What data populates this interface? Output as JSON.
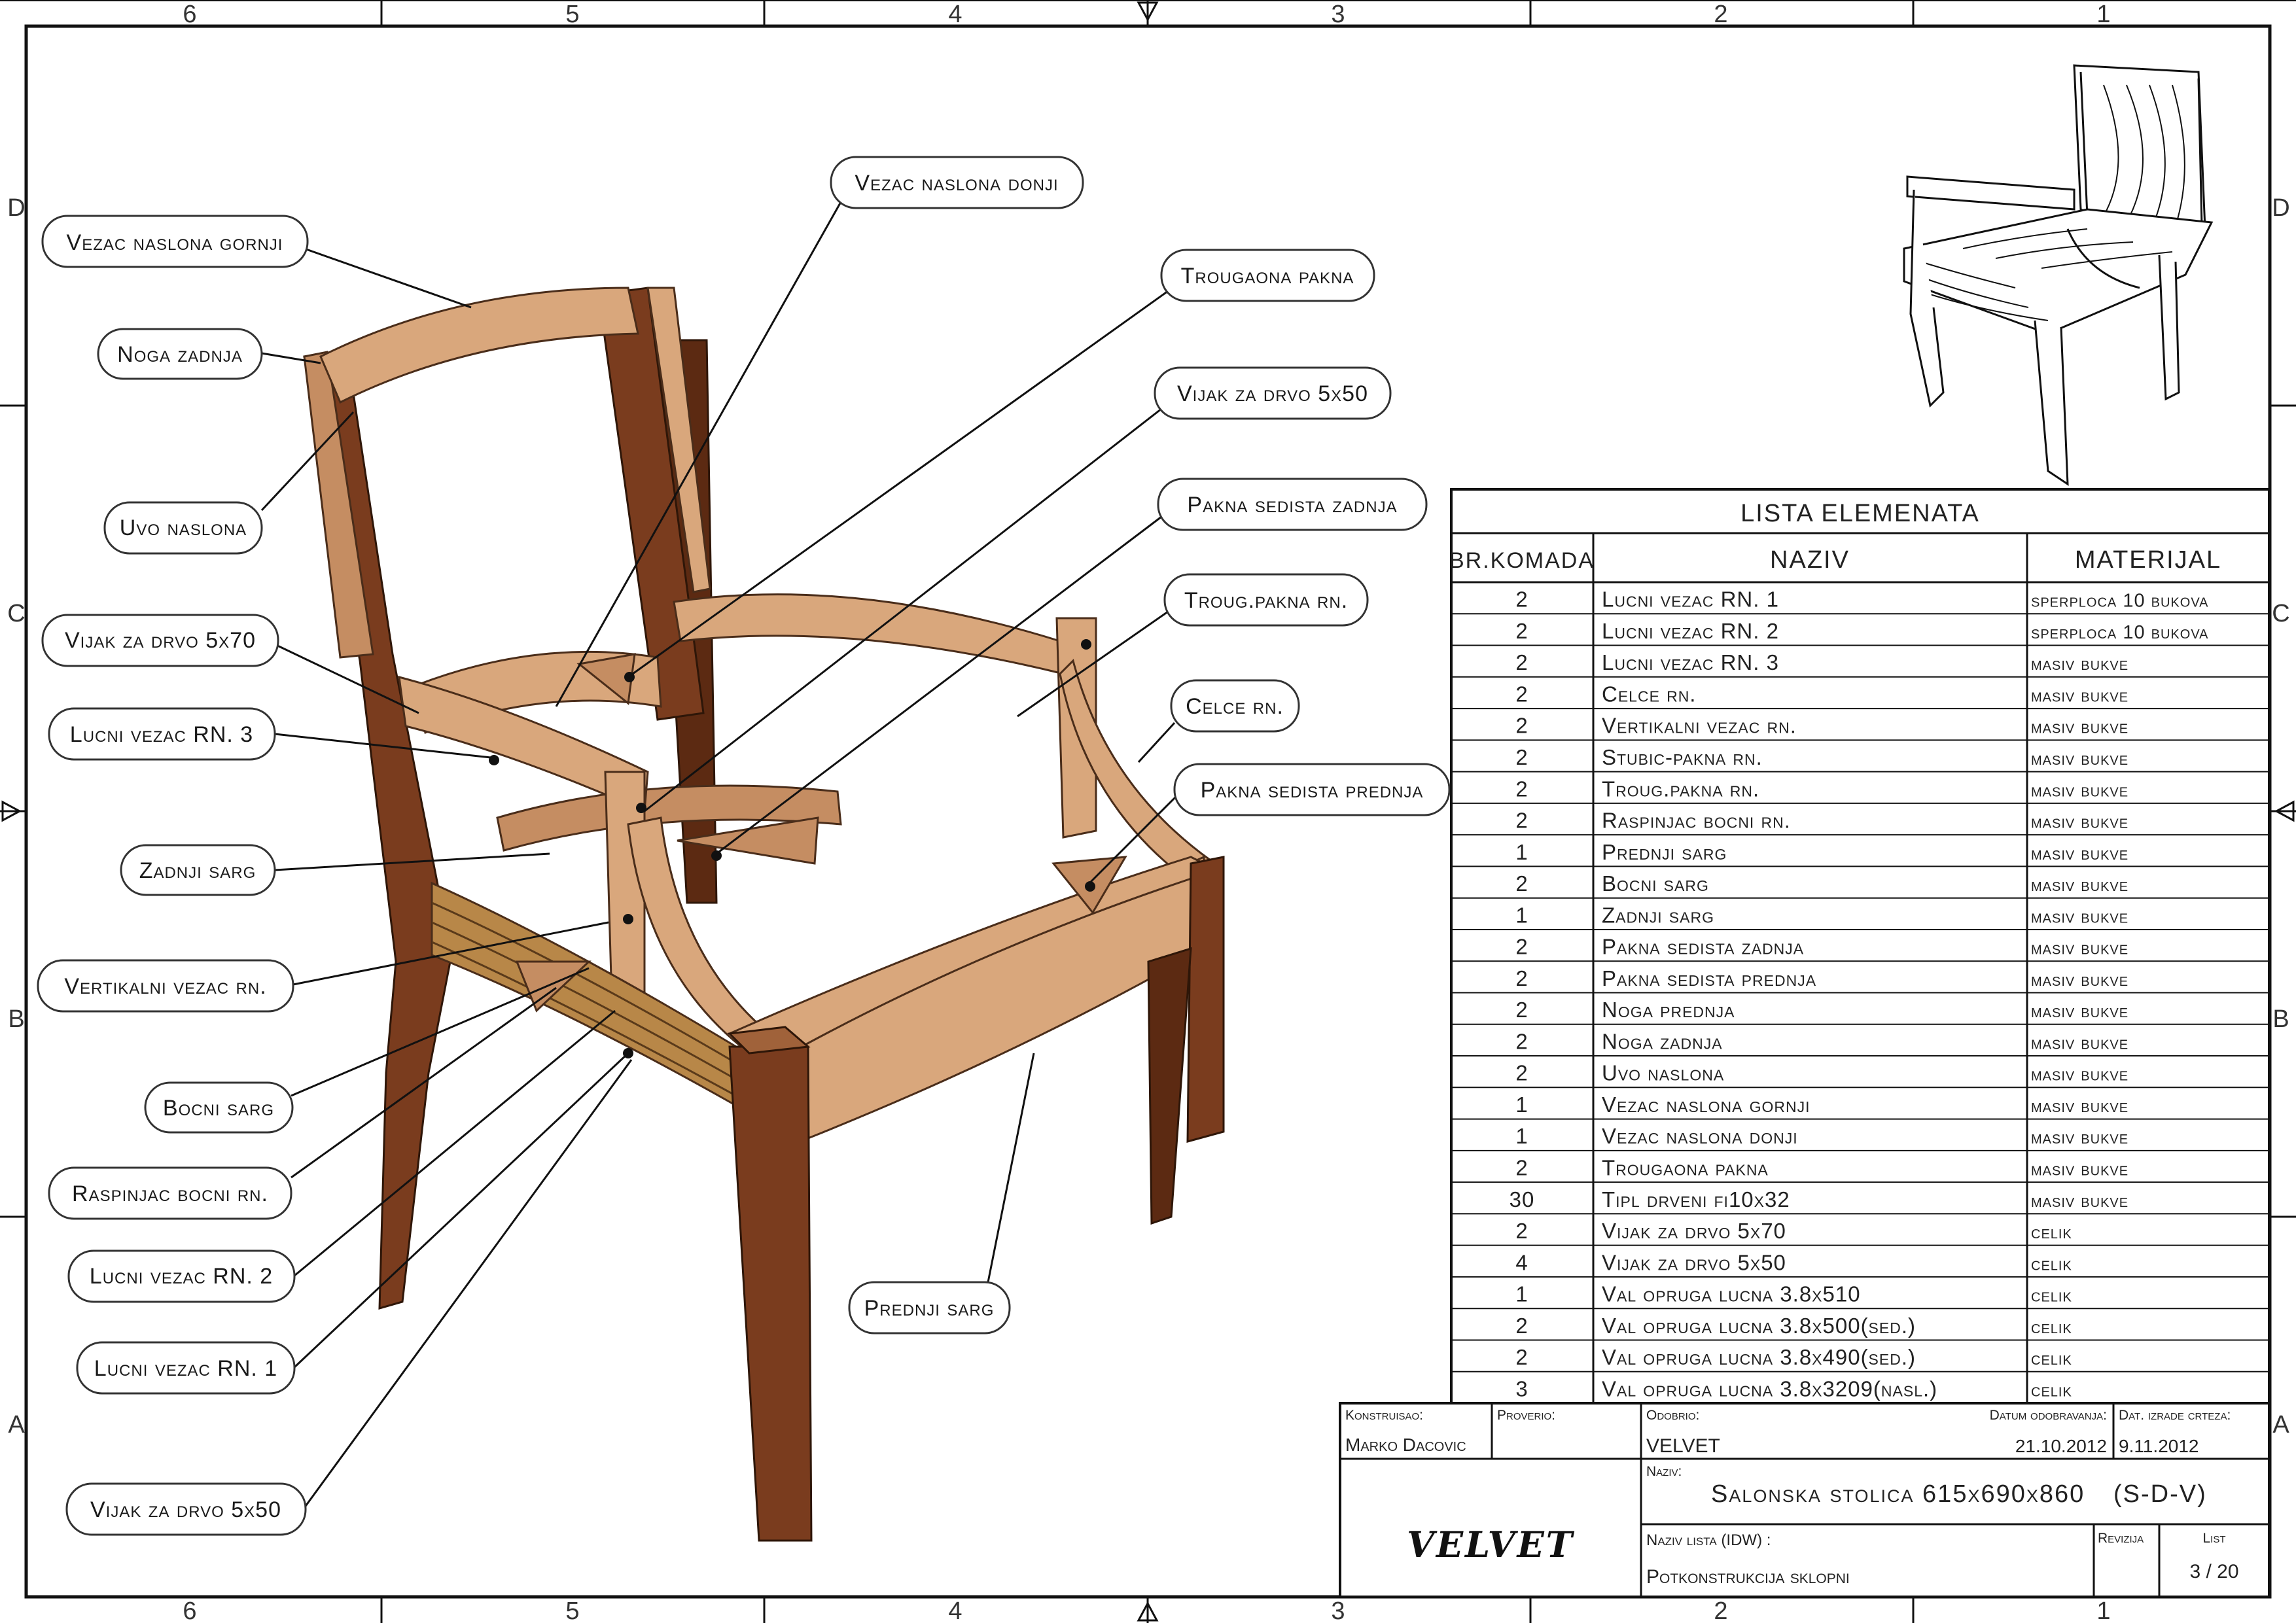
{
  "frame": {
    "top_numbers": [
      "6",
      "5",
      "4",
      "3",
      "2",
      "1"
    ],
    "bottom_numbers": [
      "6",
      "5",
      "4",
      "3",
      "2",
      "1"
    ],
    "left_letters": [
      "D",
      "C",
      "B",
      "A"
    ],
    "right_letters": [
      "D",
      "C",
      "B",
      "A"
    ]
  },
  "callouts": [
    "Vezac naslona gornji",
    "Noga zadnja",
    "Uvo naslona",
    "Vijak za drvo 5x70",
    "Lucni vezac RN. 3",
    "Zadnji sarg",
    "Vertikalni vezac rn.",
    "Bocni sarg",
    "Raspinjac bocni rn.",
    "Lucni vezac RN. 2",
    "Lucni vezac RN. 1",
    "Vijak za drvo 5x50",
    "Vezac naslona donji",
    "Trougaona pakna",
    "Vijak za drvo 5x50",
    "Pakna sedista zadnja",
    "Troug.pakna rn.",
    "Celce rn.",
    "Pakna sedista prednja",
    "Prednji sarg"
  ],
  "parts_list": {
    "title": "LISTA ELEMENATA",
    "columns": [
      "BR.KOMADA",
      "NAZIV",
      "MATERIJAL"
    ],
    "rows": [
      [
        "2",
        "Lucni vezac RN. 1",
        "sperploca 10 bukova"
      ],
      [
        "2",
        "Lucni vezac RN. 2",
        "sperploca 10 bukova"
      ],
      [
        "2",
        "Lucni vezac RN. 3",
        "masiv bukve"
      ],
      [
        "2",
        "Celce rn.",
        "masiv bukve"
      ],
      [
        "2",
        "Vertikalni vezac rn.",
        "masiv bukve"
      ],
      [
        "2",
        "Stubic-pakna rn.",
        "masiv bukve"
      ],
      [
        "2",
        "Troug.pakna rn.",
        "masiv bukve"
      ],
      [
        "2",
        "Raspinjac bocni rn.",
        "masiv bukve"
      ],
      [
        "1",
        "Prednji sarg",
        "masiv bukve"
      ],
      [
        "2",
        "Bocni sarg",
        "masiv bukve"
      ],
      [
        "1",
        "Zadnji sarg",
        "masiv bukve"
      ],
      [
        "2",
        "Pakna sedista zadnja",
        "masiv bukve"
      ],
      [
        "2",
        "Pakna sedista prednja",
        "masiv bukve"
      ],
      [
        "2",
        "Noga prednja",
        "masiv bukve"
      ],
      [
        "2",
        "Noga zadnja",
        "masiv bukve"
      ],
      [
        "2",
        "Uvo naslona",
        "masiv bukve"
      ],
      [
        "1",
        "Vezac naslona gornji",
        "masiv bukve"
      ],
      [
        "1",
        "Vezac naslona donji",
        "masiv bukve"
      ],
      [
        "2",
        "Trougaona pakna",
        "masiv bukve"
      ],
      [
        "30",
        "Tipl drveni fi10x32",
        "masiv bukve"
      ],
      [
        "2",
        "Vijak za drvo 5x70",
        "celik"
      ],
      [
        "4",
        "Vijak za drvo 5x50",
        "celik"
      ],
      [
        "1",
        "Val opruga lucna 3.8x510",
        "celik"
      ],
      [
        "2",
        "Val opruga lucna 3.8x500(sed.)",
        "celik"
      ],
      [
        "2",
        "Val opruga lucna 3.8x490(sed.)",
        "celik"
      ],
      [
        "3",
        "Val opruga lucna 3.8x3209(nasl.)",
        "celik"
      ]
    ]
  },
  "title_block": {
    "konstruisao_label": "Konstruisao:",
    "konstruisao_value": "Marko Dacovic",
    "proverio_label": "Proverio:",
    "odobrio_label": "Odobrio:",
    "odobrio_value": "VELVET",
    "datum_odobravanja_label": "Datum odobravanja:",
    "datum_odobravanja_value": "21.10.2012",
    "dat_izrade_label": "Dat. izrade crteza:",
    "dat_izrade_value": "9.11.2012",
    "naziv_label": "Naziv:",
    "naziv_value": "Salonska stolica 615x690x860",
    "code": "(S-D-V)",
    "naziv_lista_label": "Naziv lista (IDW) :",
    "naziv_lista_value": "Potkonstrukcija sklopni",
    "revizija_label": "Revizija",
    "list_label": "List",
    "list_value": "3 / 20",
    "logo": "VELVET"
  }
}
